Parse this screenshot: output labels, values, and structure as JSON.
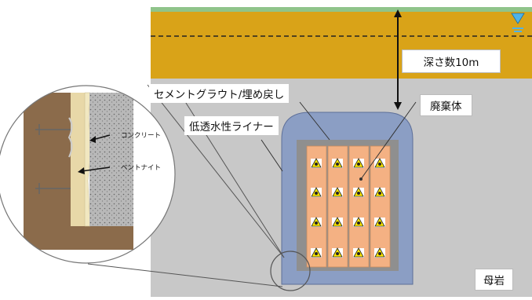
{
  "labels": {
    "depth": "深さ数10m",
    "cement_grout": "セメントグラウト/埋め戻し",
    "liner": "低透水性ライナー",
    "waste": "廃棄体",
    "concrete": "コンクリート",
    "bentonite": "ベントナイト",
    "bedrock": "母岩"
  },
  "colors": {
    "soil": "#d9a318",
    "grass": "#8fc48a",
    "bedrock": "#c8c8c8",
    "liner": "#8b9ec4",
    "grout": "#8f8f8f",
    "waste_package": "#f4b183",
    "radiation_sign": "#ffe800",
    "zoom_soil": "#8b6b4b",
    "zoom_concrete": "#aaaaaa",
    "zoom_bentonite": "#f1e7c0"
  },
  "waste_grid": {
    "rows": 4,
    "columns": 4
  },
  "icons": {
    "water_table": "water-level-triangle-icon",
    "waste_mark": "radiation-hazard-icon"
  }
}
